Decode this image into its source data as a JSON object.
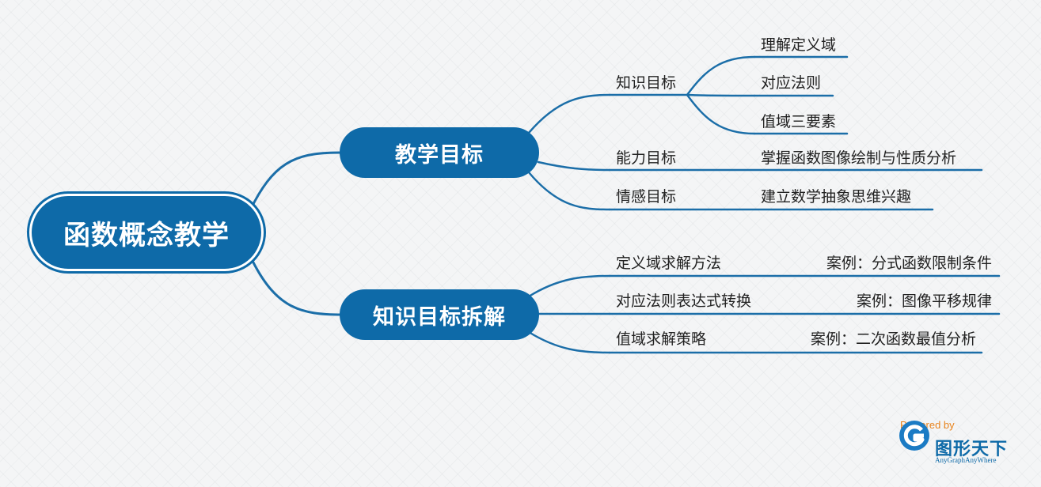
{
  "root": {
    "label": "函数概念教学"
  },
  "branches": [
    {
      "label": "教学目标",
      "children": [
        {
          "label": "知识目标",
          "children": [
            "理解定义域",
            "对应法则",
            "值域三要素"
          ]
        },
        {
          "label": "能力目标",
          "children": [
            "掌握函数图像绘制与性质分析"
          ]
        },
        {
          "label": "情感目标",
          "children": [
            "建立数学抽象思维兴趣"
          ]
        }
      ]
    },
    {
      "label": "知识目标拆解",
      "children": [
        {
          "label": "定义域求解方法",
          "children": [
            "案例：分式函数限制条件"
          ]
        },
        {
          "label": "对应法则表达式转换",
          "children": [
            "案例：图像平移规律"
          ]
        },
        {
          "label": "值域求解策略",
          "children": [
            "案例：二次函数最值分析"
          ]
        }
      ]
    }
  ],
  "branding": {
    "powered_by": "Powered by",
    "name": "图形天下",
    "tagline": "AnyGraphAnyWhere",
    "logo_icon": "g-logo-icon"
  },
  "colors": {
    "primary": "#0e6aa8",
    "line": "#1b6ea8",
    "text": "#222222",
    "accent": "#e8831c"
  }
}
